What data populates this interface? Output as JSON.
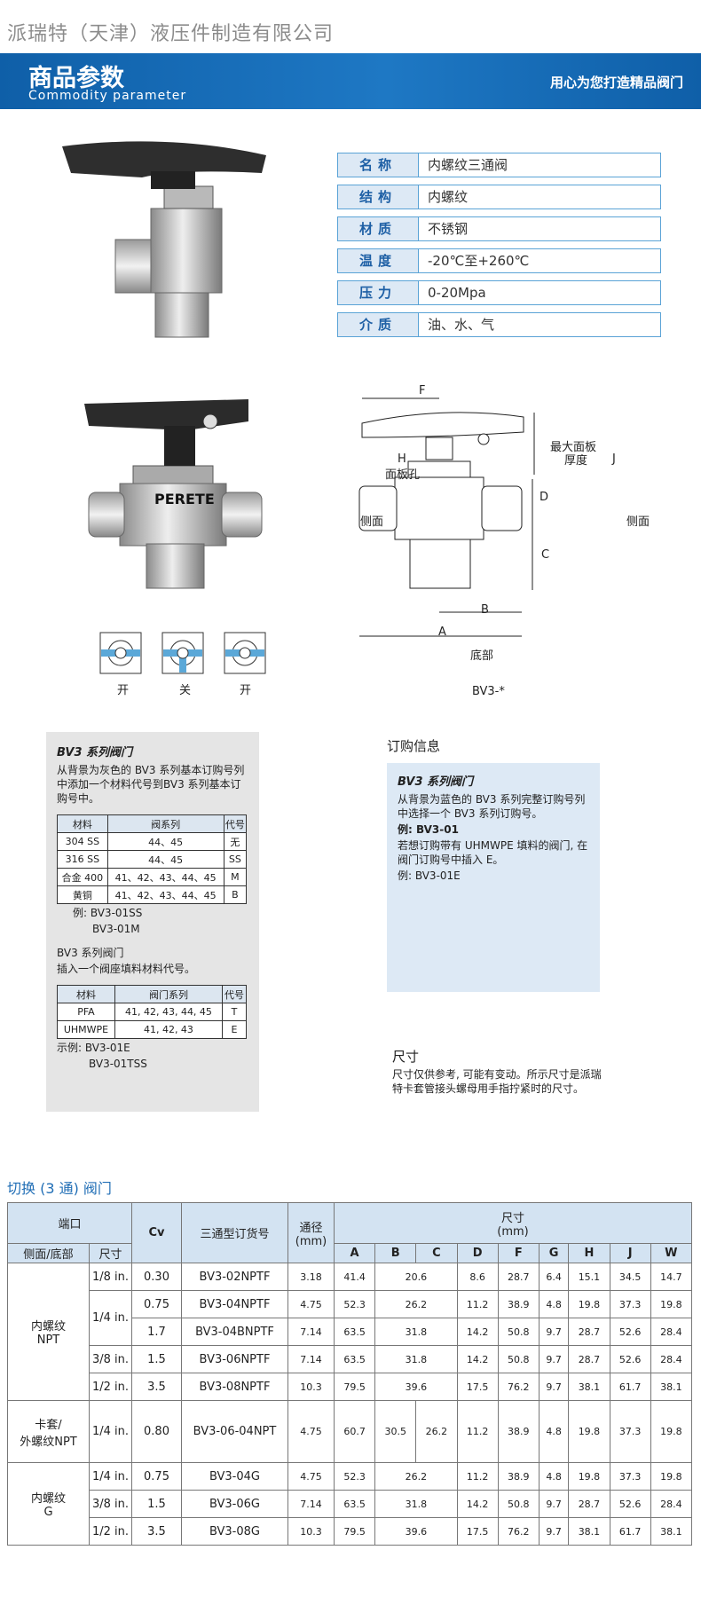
{
  "company": "派瑞特（天津）液压件制造有限公司",
  "banner": {
    "title": "商品参数",
    "subtitle": "Commodity parameter",
    "slogan": "用心为您打造精品阀门"
  },
  "params": [
    {
      "label": "名称",
      "value": "内螺纹三通阀"
    },
    {
      "label": "结构",
      "value": "内螺纹"
    },
    {
      "label": "材质",
      "value": "不锈钢"
    },
    {
      "label": "温度",
      "value": "-20℃至+260℃"
    },
    {
      "label": "压力",
      "value": "0-20Mpa"
    },
    {
      "label": "介质",
      "value": "油、水、气"
    }
  ],
  "brand": "PERETE",
  "positions": [
    "开",
    "关",
    "开"
  ],
  "drawing": {
    "label_f": "F",
    "label_j": "J",
    "label_d": "D",
    "label_c": "C",
    "label_b": "B",
    "label_a": "A",
    "label_h": "H",
    "panel_hole": "面板孔",
    "max_panel_1": "最大面板",
    "max_panel_2": "厚度",
    "side_left": "侧面",
    "side_right": "侧面",
    "bottom": "底部",
    "caption": "BV3-*"
  },
  "grey_box": {
    "heading": "BV3 系列阀门",
    "intro": "从背景为灰色的 BV3 系列基本订购号列中添加一个材料代号到BV3 系列基本订购号中。",
    "table1_headers": [
      "材料",
      "阀系列",
      "代号"
    ],
    "table1_rows": [
      [
        "304 SS",
        "44、45",
        "无"
      ],
      [
        "316 SS",
        "44、45",
        "SS"
      ],
      [
        "合金 400",
        "41、42、43、44、45",
        "M"
      ],
      [
        "黄铜",
        "41、42、43、44、45",
        "B"
      ]
    ],
    "example1_a": "例: BV3-01SS",
    "example1_b": "BV3-01M",
    "heading2": "BV3 系列阀门",
    "intro2": "插入一个阀座填料材料代号。",
    "table2_headers": [
      "材料",
      "阀门系列",
      "代号"
    ],
    "table2_rows": [
      [
        "PFA",
        "41, 42, 43, 44, 45",
        "T"
      ],
      [
        "UHMWPE",
        "41, 42, 43",
        "E"
      ]
    ],
    "example2_a": "示例: BV3-01E",
    "example2_b": "BV3-01TSS"
  },
  "order": {
    "title": "订购信息",
    "heading": "BV3 系列阀门",
    "intro": "从背景为蓝色的 BV3 系列完整订购号列中选择一个 BV3 系列订购号。",
    "example": "例: BV3-01",
    "note": "若想订购带有 UHMWPE 填料的阀门, 在阀门订购号中插入 E。",
    "example2": "例: BV3-01E"
  },
  "dims": {
    "title": "尺寸",
    "text": "尺寸仅供参考, 可能有变动。所示尺寸是派瑞特卡套管接头螺母用手指拧紧时的尺寸。"
  },
  "section_title": "切换 (3 通) 阀门",
  "table": {
    "h_port": "端口",
    "h_cv": "Cv",
    "h_order": "三通型订货号",
    "h_bore": "通径\n(mm)",
    "h_dims": "尺寸\n(mm)",
    "h_side": "侧面/底部",
    "h_size": "尺寸",
    "dim_cols": [
      "A",
      "B",
      "C",
      "D",
      "F",
      "G",
      "H",
      "J",
      "W"
    ],
    "groups": [
      {
        "type": "内螺纹\nNPT",
        "rows": [
          {
            "size": "1/8 in.",
            "cv": "0.30",
            "order": "BV3-02NPTF",
            "bore": "3.18",
            "A": "41.4",
            "BC": "20.6",
            "D": "8.6",
            "F": "28.7",
            "G": "6.4",
            "H": "15.1",
            "J": "34.5",
            "W": "14.7"
          },
          {
            "size": "1/4 in.",
            "cv": "0.75",
            "order": "BV3-04NPTF",
            "bore": "4.75",
            "A": "52.3",
            "BC": "26.2",
            "D": "11.2",
            "F": "38.9",
            "G": "4.8",
            "H": "19.8",
            "J": "37.3",
            "W": "19.8"
          },
          {
            "size": "",
            "cv": "1.7",
            "order": "BV3-04BNPTF",
            "bore": "7.14",
            "A": "63.5",
            "BC": "31.8",
            "D": "14.2",
            "F": "50.8",
            "G": "9.7",
            "H": "28.7",
            "J": "52.6",
            "W": "28.4"
          },
          {
            "size": "3/8 in.",
            "cv": "1.5",
            "order": "BV3-06NPTF",
            "bore": "7.14",
            "A": "63.5",
            "BC": "31.8",
            "D": "14.2",
            "F": "50.8",
            "G": "9.7",
            "H": "28.7",
            "J": "52.6",
            "W": "28.4"
          },
          {
            "size": "1/2 in.",
            "cv": "3.5",
            "order": "BV3-08NPTF",
            "bore": "10.3",
            "A": "79.5",
            "BC": "39.6",
            "D": "17.5",
            "F": "76.2",
            "G": "9.7",
            "H": "38.1",
            "J": "61.7",
            "W": "38.1"
          }
        ]
      },
      {
        "type": "卡套/\n外螺纹NPT",
        "rows": [
          {
            "size": "1/4 in.",
            "cv": "0.80",
            "order": "BV3-06-04NPT",
            "bore": "4.75",
            "A": "60.7",
            "B": "30.5",
            "C": "26.2",
            "D": "11.2",
            "F": "38.9",
            "G": "4.8",
            "H": "19.8",
            "J": "37.3",
            "W": "19.8"
          }
        ]
      },
      {
        "type": "内螺纹\nG",
        "rows": [
          {
            "size": "1/4 in.",
            "cv": "0.75",
            "order": "BV3-04G",
            "bore": "4.75",
            "A": "52.3",
            "BC": "26.2",
            "D": "11.2",
            "F": "38.9",
            "G": "4.8",
            "H": "19.8",
            "J": "37.3",
            "W": "19.8"
          },
          {
            "size": "3/8 in.",
            "cv": "1.5",
            "order": "BV3-06G",
            "bore": "7.14",
            "A": "63.5",
            "BC": "31.8",
            "D": "14.2",
            "F": "50.8",
            "G": "9.7",
            "H": "28.7",
            "J": "52.6",
            "W": "28.4"
          },
          {
            "size": "1/2 in.",
            "cv": "3.5",
            "order": "BV3-08G",
            "bore": "10.3",
            "A": "79.5",
            "BC": "39.6",
            "D": "17.5",
            "F": "76.2",
            "G": "9.7",
            "H": "38.1",
            "J": "61.7",
            "W": "38.1"
          }
        ]
      }
    ]
  }
}
